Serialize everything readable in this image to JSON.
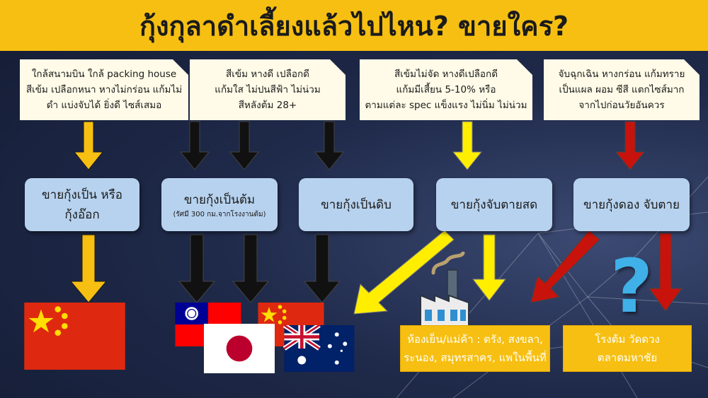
{
  "title": "กุ้งกุลาดำเลี้ยงแล้วไปไหน? ขายใคร?",
  "criteria": [
    {
      "lines": [
        "ใกล้สนามบิน ใกล้ packing house",
        "สีเข้ม เปลือกหนา หางไม่กร่อน แก้มไม่",
        "ดำ แบ่งจับได้ ยิ่งดี ไซส์เสมอ"
      ]
    },
    {
      "lines": [
        "สีเข้ม หางดี เปลือกดี",
        "แก้มใส ไม่ปนสีฟ้า ไม่น่วม",
        "สีหลังต้ม 28+"
      ]
    },
    {
      "lines": [
        "สีเข้มไม่จัด หางดีเปลือกดี",
        "แก้มมีเสี้ยน 5-10% หรือ",
        "ตามแต่ละ spec แข็งแรง ไม่นิ่ม ไม่น่วม"
      ]
    },
    {
      "lines": [
        "จับฉุกเฉิน หางกร่อน แก้มทราย",
        "เป็นแผล ผอม ซีสี แตกไซส์มาก",
        "จากไปก่อนวัยอันควร"
      ]
    }
  ],
  "categories": [
    {
      "label1": "ขายกุ้งเป็น หรือ",
      "label2": "กุ้งอ๊อก",
      "sub": ""
    },
    {
      "label1": "ขายกุ้งเป็นต้ม",
      "label2": "",
      "sub": "(รัศมี 300 กม.จากโรงงานต้ม)"
    },
    {
      "label1": "ขายกุ้งเป็นดิบ",
      "label2": "",
      "sub": ""
    },
    {
      "label1": "ขายกุ้งจับตายสด",
      "label2": "",
      "sub": ""
    },
    {
      "label1": "ขายกุ้งดอง จับตาย",
      "label2": "",
      "sub": ""
    }
  ],
  "destinations": [
    {
      "lines": [
        "ห้องเย็น/แม่ค้า : ตรัง, สงขลา,",
        "ระนอง, สมุทรสาคร, แพในพื้นที่"
      ]
    },
    {
      "lines": [
        "โรงต้ม วัดดวง",
        "ตลาดมหาชัย"
      ]
    }
  ],
  "question_mark": "?",
  "icons": {
    "flags": [
      "china-flag-icon",
      "taiwan-flag-icon",
      "japan-flag-icon",
      "australia-flag-icon"
    ],
    "factory": "factory-icon"
  },
  "colors": {
    "title_bg": "#f6bf12",
    "criteria_bg": "#fffbe8",
    "category_bg": "#b7d2ee",
    "destination_bg": "#f6bf12",
    "arrow_gold": "#f6bf12",
    "arrow_black": "#111111",
    "arrow_yellow": "#ffee00",
    "arrow_red": "#c8120c",
    "question_mark": "#3fb0e8"
  }
}
